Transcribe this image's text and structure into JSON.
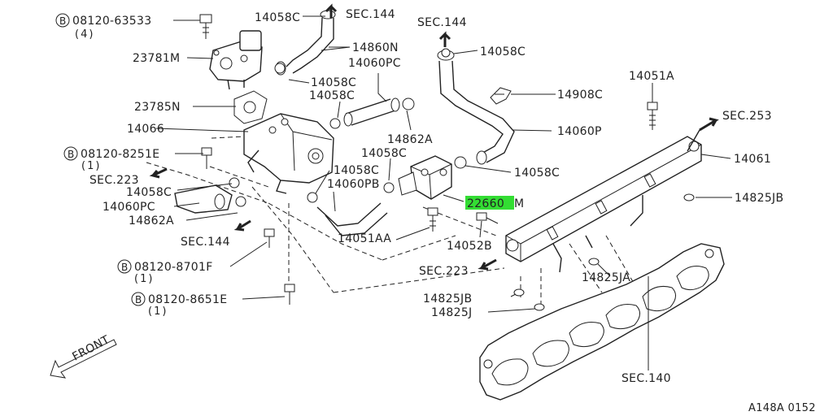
{
  "highlight_color": "#33dd33",
  "callouts": {
    "b_63533": "08120-63533",
    "q_63533": "(4)",
    "p23781m": "23781M",
    "p23785n": "23785N",
    "p14066": "14066",
    "b_8251e": "08120-8251E",
    "q_8251e": "(1)",
    "sec223_left": "SEC.223",
    "p14058c_left": "14058C",
    "p14060pc_left": "14060PC",
    "p14862a_left": "14862A",
    "sec144_left": "SEC.144",
    "b_8701f": "08120-8701F",
    "q_8701f": "(1)",
    "b_8651e": "08120-8651E",
    "q_8651e": "(1)",
    "front": "FRONT",
    "p14058c_top": "14058C",
    "sec144_top": "SEC.144",
    "p14860n": "14860N",
    "p14060pc_top": "14060PC",
    "p14058c_mid1": "14058C",
    "p14058c_mid2": "14058C",
    "p14862a_mid": "14862A",
    "p14058c_mid3": "14058C",
    "p14058c_low": "14058C",
    "p14060pb": "14060PB",
    "p14051aa": "14051AA",
    "sec144_right": "SEC.144",
    "p14058c_right": "14058C",
    "p14908c": "14908C",
    "p14060p": "14060P",
    "p14058c_far": "14058C",
    "p22660m_num": "22660",
    "p22660m_suf": "M",
    "p14052b": "14052B",
    "sec223_mid": "SEC.223",
    "p14051a": "14051A",
    "sec253": "SEC.253",
    "p14061": "14061",
    "p14825jb_right": "14825JB",
    "p14825ja": "14825JA",
    "p14825jb_bot": "14825JB",
    "p14825j": "14825J",
    "sec140": "SEC.140",
    "diagram_code": "A148A 0152"
  }
}
